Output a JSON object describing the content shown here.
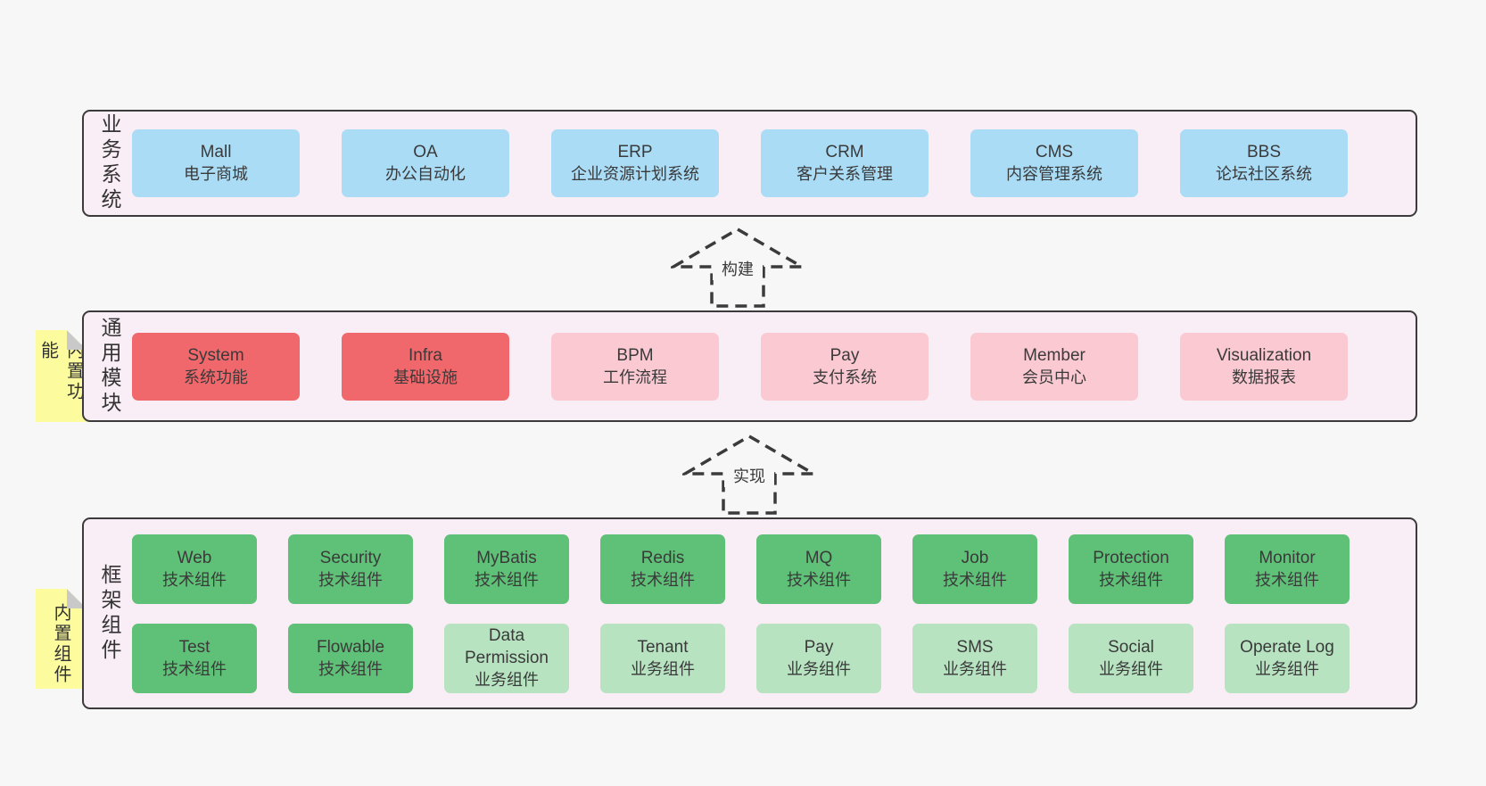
{
  "colors": {
    "page_bg": "#f7f7f7",
    "panel_bg": "#f9edf6",
    "panel_border": "#3b3b3b",
    "box_blue": "#aadcf6",
    "box_red": "#f1686c",
    "box_pink": "#fbc9d2",
    "box_green": "#5fc077",
    "box_light_green": "#b7e3c1",
    "note_yellow": "#fcfc9e",
    "note_fold_gray": "#c9c9c9",
    "text": "#3a3a3a"
  },
  "bands": [
    {
      "id": "business-systems",
      "label": "业务系统",
      "rows": [
        {
          "items": [
            {
              "title": "Mall",
              "subtitle": "电子商城",
              "color": "blue"
            },
            {
              "title": "OA",
              "subtitle": "办公自动化",
              "color": "blue"
            },
            {
              "title": "ERP",
              "subtitle": "企业资源计划系统",
              "color": "blue"
            },
            {
              "title": "CRM",
              "subtitle": "客户关系管理",
              "color": "blue"
            },
            {
              "title": "CMS",
              "subtitle": "内容管理系统",
              "color": "blue"
            },
            {
              "title": "BBS",
              "subtitle": "论坛社区系统",
              "color": "blue"
            }
          ]
        }
      ]
    },
    {
      "id": "common-modules",
      "label": "通用模块",
      "rows": [
        {
          "items": [
            {
              "title": "System",
              "subtitle": "系统功能",
              "color": "red"
            },
            {
              "title": "Infra",
              "subtitle": "基础设施",
              "color": "red"
            },
            {
              "title": "BPM",
              "subtitle": "工作流程",
              "color": "pink"
            },
            {
              "title": "Pay",
              "subtitle": "支付系统",
              "color": "pink"
            },
            {
              "title": "Member",
              "subtitle": "会员中心",
              "color": "pink"
            },
            {
              "title": "Visualization",
              "subtitle": "数据报表",
              "color": "pink"
            }
          ]
        }
      ]
    },
    {
      "id": "framework-components",
      "label": "框架组件",
      "rows": [
        {
          "items": [
            {
              "title": "Web",
              "subtitle": "技术组件",
              "color": "green"
            },
            {
              "title": "Security",
              "subtitle": "技术组件",
              "color": "green"
            },
            {
              "title": "MyBatis",
              "subtitle": "技术组件",
              "color": "green"
            },
            {
              "title": "Redis",
              "subtitle": "技术组件",
              "color": "green"
            },
            {
              "title": "MQ",
              "subtitle": "技术组件",
              "color": "green"
            },
            {
              "title": "Job",
              "subtitle": "技术组件",
              "color": "green"
            },
            {
              "title": "Protection",
              "subtitle": "技术组件",
              "color": "green"
            },
            {
              "title": "Monitor",
              "subtitle": "技术组件",
              "color": "green"
            }
          ]
        },
        {
          "items": [
            {
              "title": "Test",
              "subtitle": "技术组件",
              "color": "green"
            },
            {
              "title": "Flowable",
              "subtitle": "技术组件",
              "color": "green"
            },
            {
              "title": "Data Permission",
              "subtitle": "业务组件",
              "color": "lightgreen"
            },
            {
              "title": "Tenant",
              "subtitle": "业务组件",
              "color": "lightgreen"
            },
            {
              "title": "Pay",
              "subtitle": "业务组件",
              "color": "lightgreen"
            },
            {
              "title": "SMS",
              "subtitle": "业务组件",
              "color": "lightgreen"
            },
            {
              "title": "Social",
              "subtitle": "业务组件",
              "color": "lightgreen"
            },
            {
              "title": "Operate Log",
              "subtitle": "业务组件",
              "color": "lightgreen"
            }
          ]
        }
      ]
    }
  ],
  "arrows": [
    {
      "label": "构建"
    },
    {
      "label": "实现"
    }
  ],
  "notes": [
    {
      "label": "内置功能"
    },
    {
      "label": "内置组件"
    }
  ]
}
